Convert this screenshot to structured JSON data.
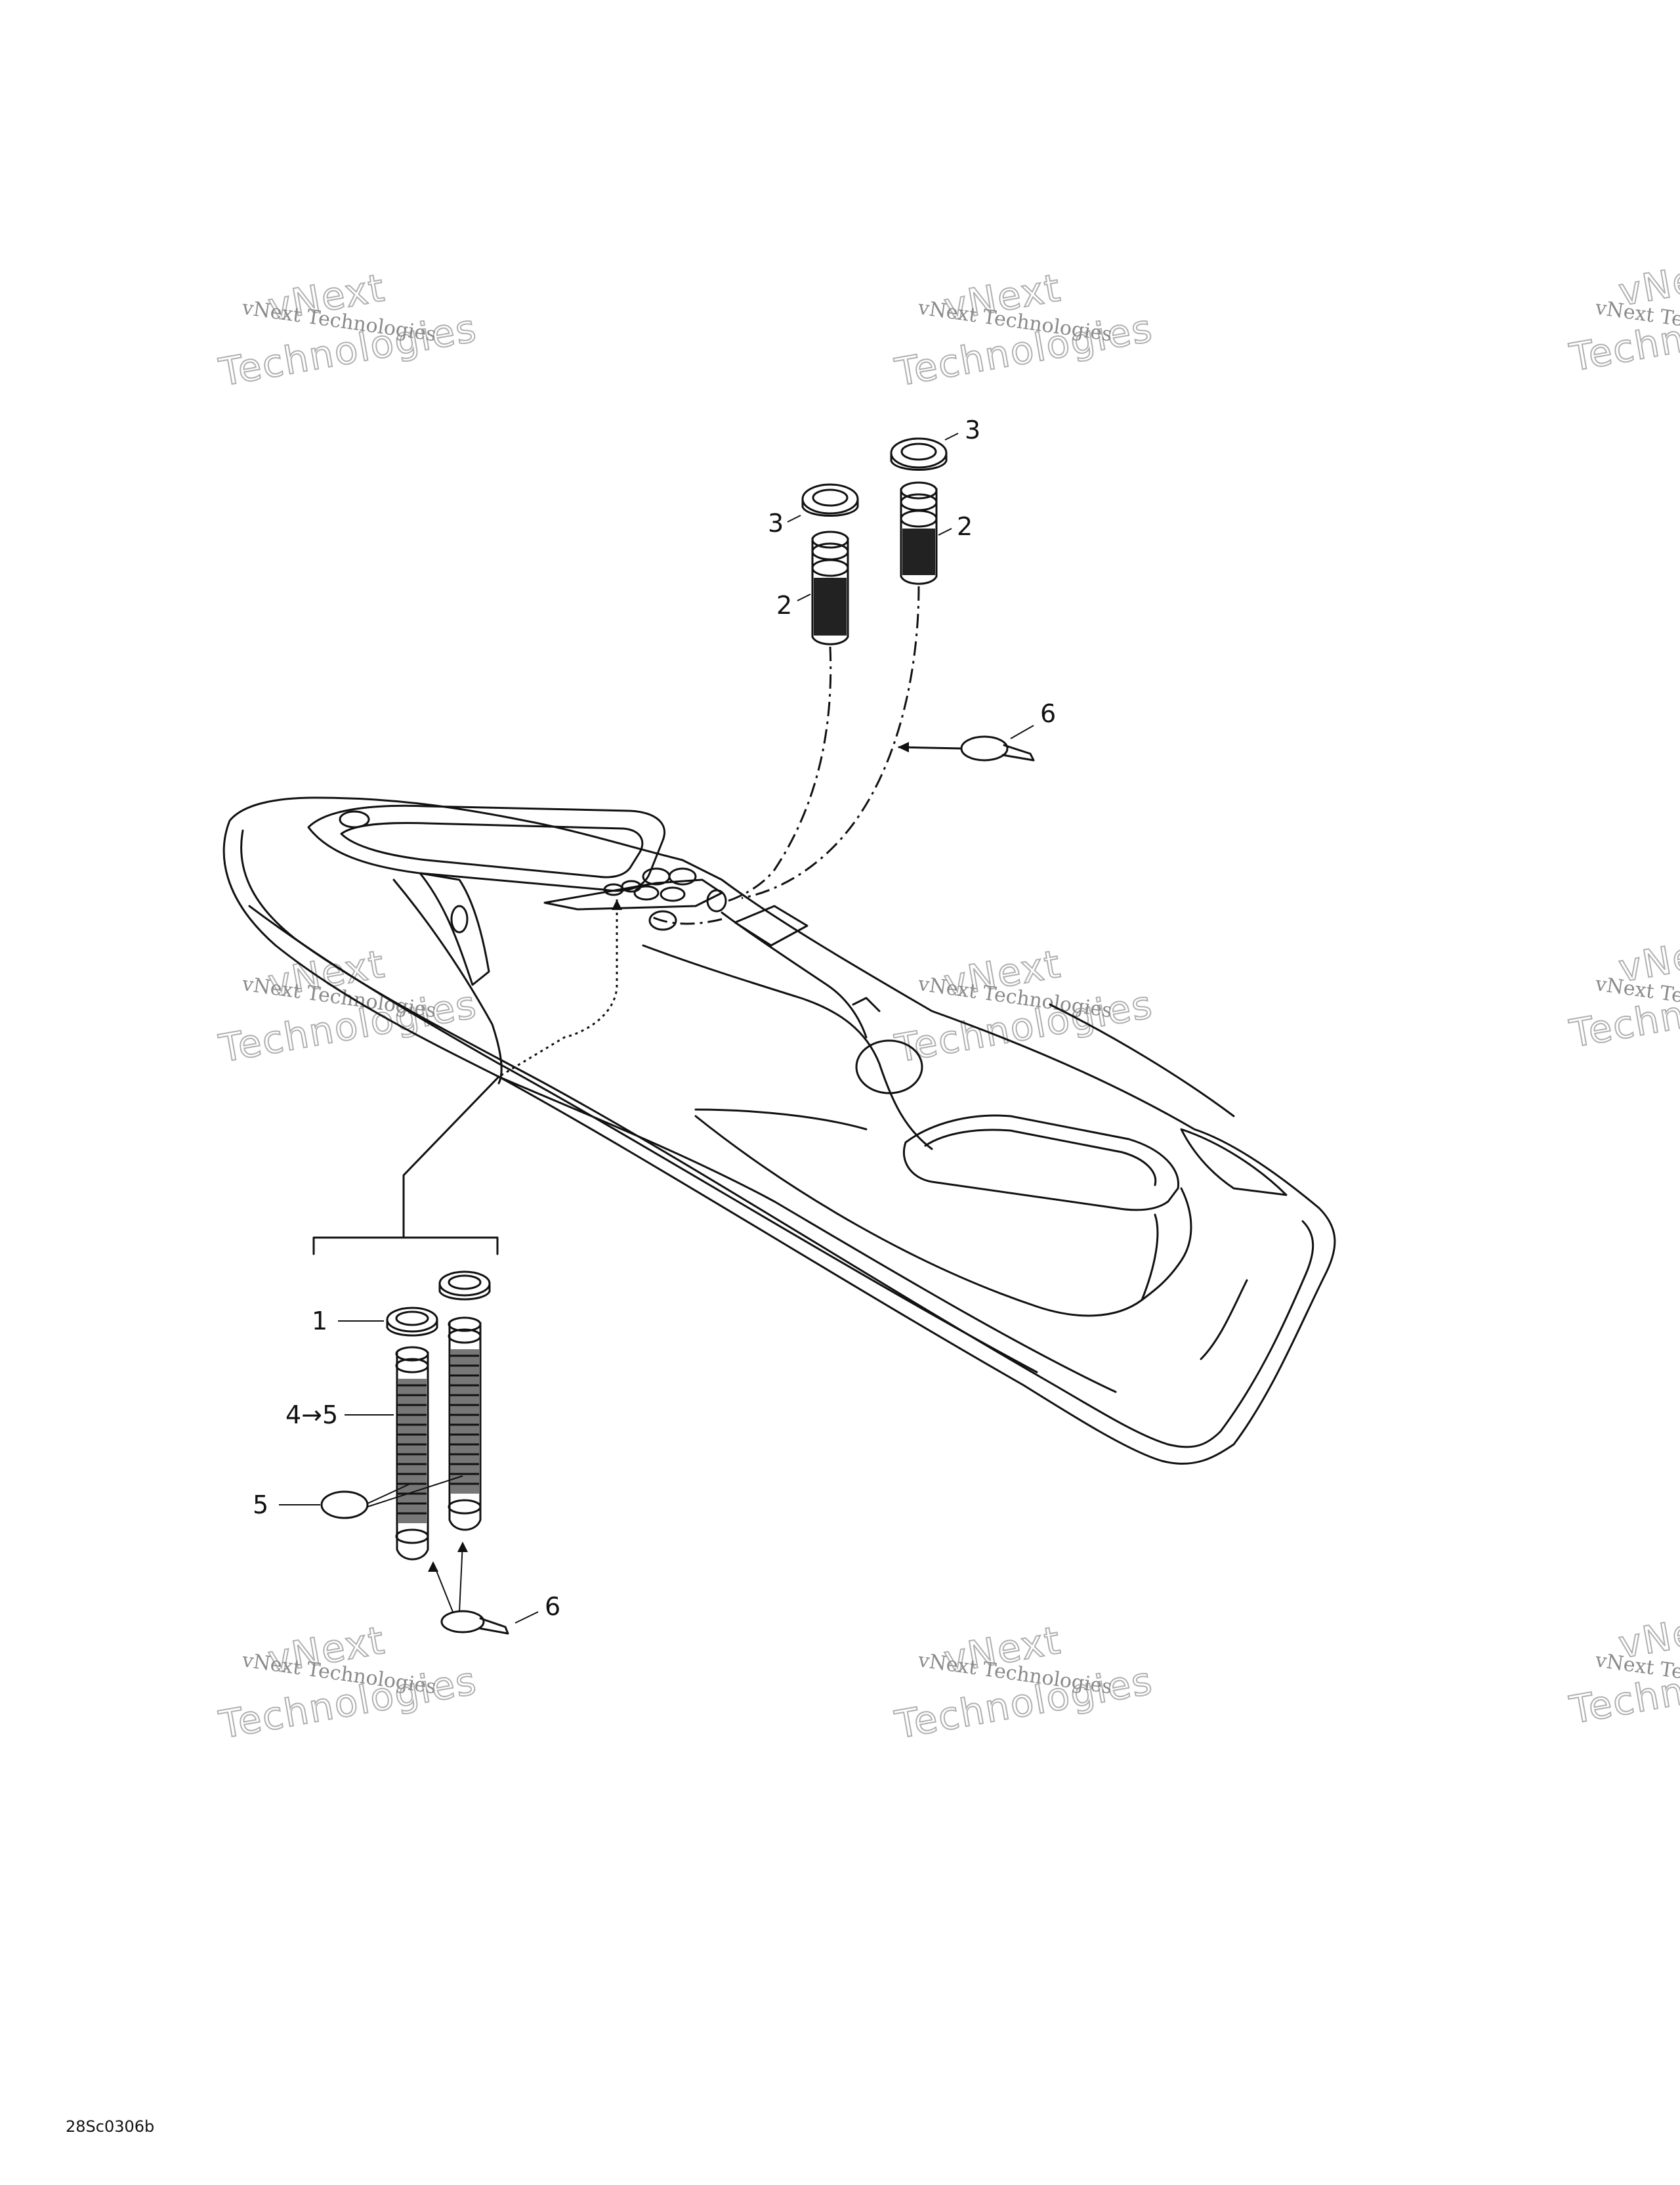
{
  "watermark": {
    "small_text": "vNext Technologies",
    "big_line1": "vNext",
    "big_line2": "Technologies"
  },
  "callouts": {
    "c1": "1",
    "c2a": "2",
    "c2b": "2",
    "c3a": "3",
    "c3b": "3",
    "c45": "4→5",
    "c5": "5",
    "c6a": "6",
    "c6b": "6"
  },
  "reference_code": "28Sc0306b"
}
